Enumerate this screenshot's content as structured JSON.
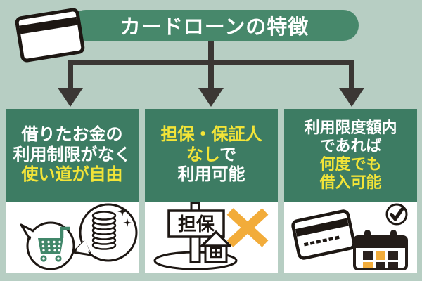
{
  "header": {
    "title": "カードローンの特徴"
  },
  "colors": {
    "background": "#b7cec3",
    "pill_green": "#47886b",
    "box_green": "#3d7c63",
    "highlight_yellow": "#f2e438",
    "accent_amber": "#f2ac3a",
    "outline_dark": "#1d1713",
    "arrow_dark": "#3b3734",
    "cart_green": "#41876a"
  },
  "boxes": [
    {
      "name": "no-usage-restriction",
      "lines": [
        {
          "segments": [
            {
              "text": "借りたお金の",
              "style": "white"
            }
          ]
        },
        {
          "segments": [
            {
              "text": "利用制限がなく",
              "style": "white"
            }
          ]
        },
        {
          "segments": [
            {
              "text": "使い道が自由",
              "style": "yellow"
            }
          ]
        }
      ],
      "icons": [
        "shopping-cart-icon",
        "coin-stack-icon"
      ]
    },
    {
      "name": "no-collateral-guarantor",
      "lines": [
        {
          "segments": [
            {
              "text": "担保・保証人",
              "style": "yellow"
            }
          ]
        },
        {
          "segments": [
            {
              "text": "なし",
              "style": "yellow"
            },
            {
              "text": "で",
              "style": "white"
            }
          ]
        },
        {
          "segments": [
            {
              "text": "利用可能",
              "style": "white"
            }
          ]
        }
      ],
      "sign_label": "担保",
      "icons": [
        "collateral-signpost-icon",
        "house-icon",
        "cross-icon"
      ]
    },
    {
      "name": "repeat-borrowing",
      "lines": [
        {
          "segments": [
            {
              "text": "利用限度額内",
              "style": "white"
            }
          ]
        },
        {
          "segments": [
            {
              "text": "であれば",
              "style": "white"
            }
          ]
        },
        {
          "segments": [
            {
              "text": "何度でも",
              "style": "yellow"
            }
          ]
        },
        {
          "segments": [
            {
              "text": "借入可能",
              "style": "yellow"
            }
          ]
        }
      ],
      "icons": [
        "credit-card-icon",
        "calendar-icon",
        "checkmark-icon"
      ]
    }
  ]
}
